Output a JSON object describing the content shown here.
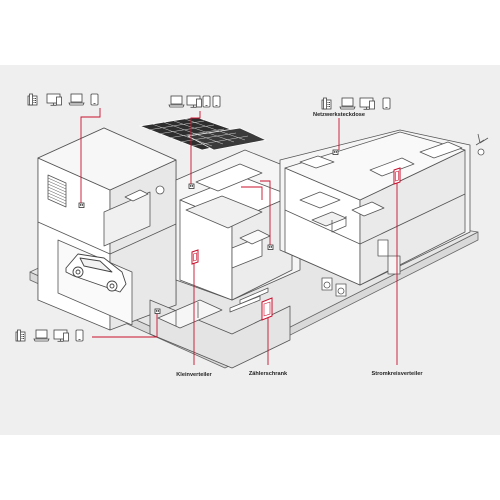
{
  "colors": {
    "background": "#efefef",
    "accent": "#c8102e",
    "line": "#555555",
    "fill": "#ffffff"
  },
  "labels": {
    "netzwerksteckdose": "Netzwerksteckdose",
    "kleinverteiler": "Kleinverteiler",
    "zaehlerschrank": "Zählerschrank",
    "stromkreisverteiler": "Stromkreisverteiler"
  },
  "device_groups": [
    {
      "name": "top-left",
      "icons": [
        "phone-icon",
        "monitor-icon",
        "laptop-icon",
        "tablet-icon"
      ]
    },
    {
      "name": "top-center",
      "icons": [
        "laptop-icon",
        "monitor-icon",
        "tablet-icon",
        "phone-mobile-icon"
      ]
    },
    {
      "name": "top-right",
      "icons": [
        "phone-icon",
        "laptop-icon",
        "monitor-icon",
        "tablet-icon"
      ]
    },
    {
      "name": "left",
      "icons": [
        "phone-icon",
        "laptop-icon",
        "monitor-icon",
        "tablet-icon"
      ]
    }
  ]
}
